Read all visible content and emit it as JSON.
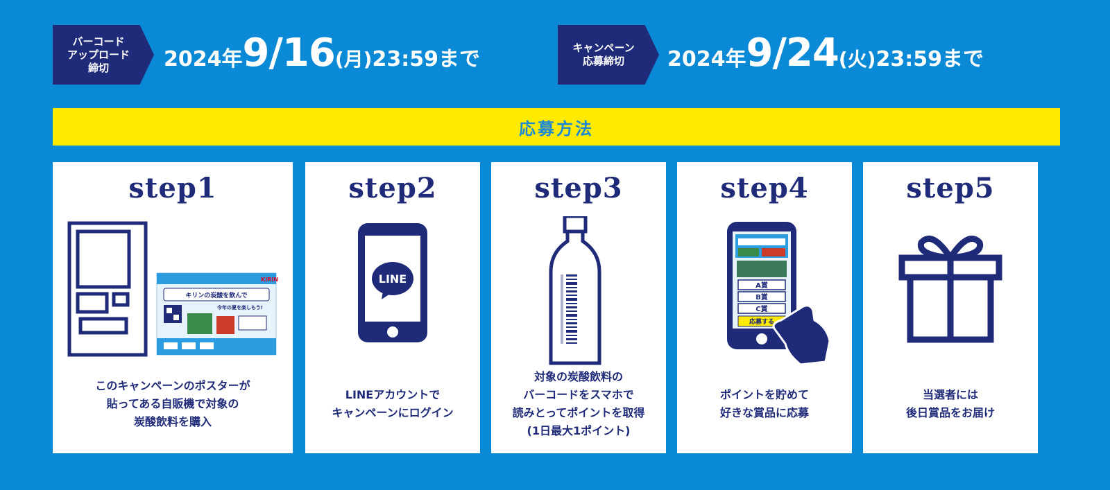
{
  "deadlines": [
    {
      "tag": "バーコード\nアップロード\n締切",
      "year": "2024年",
      "md": "9/16",
      "weekday": "(月)",
      "time": "23:59まで"
    },
    {
      "tag": "キャンペーン\n応募締切",
      "year": "2024年",
      "md": "9/24",
      "weekday": "(火)",
      "time": "23:59まで"
    }
  ],
  "method_title": "応募方法",
  "steps": [
    {
      "title": "step1",
      "desc": "このキャンペーンのポスターが\n貼ってある自販機で対象の\n炭酸飲料を購入"
    },
    {
      "title": "step2",
      "desc": "LINEアカウントで\nキャンペーンにログイン"
    },
    {
      "title": "step3",
      "desc": "対象の炭酸飲料の\nバーコードをスマホで\n読みとってポイントを取得\n(1日最大1ポイント)"
    },
    {
      "title": "step4",
      "desc": "ポイントを貯めて\n好きな賞品に応募"
    },
    {
      "title": "step5",
      "desc": "当選者には\n後日賞品をお届け"
    }
  ],
  "illustrations": {
    "poster_headline": "キリンの炭酸を飲んで",
    "poster_subline": "今年の夏を楽しもう!",
    "poster_brand": "KIRIN",
    "line_logo": "LINE",
    "prize_options": [
      "A賞",
      "B賞",
      "C賞"
    ],
    "apply_button": "応募する"
  },
  "colors": {
    "background": "#0a8ad6",
    "navy": "#1f2a78",
    "yellow": "#ffea00",
    "line_green": "#1f2a78"
  }
}
